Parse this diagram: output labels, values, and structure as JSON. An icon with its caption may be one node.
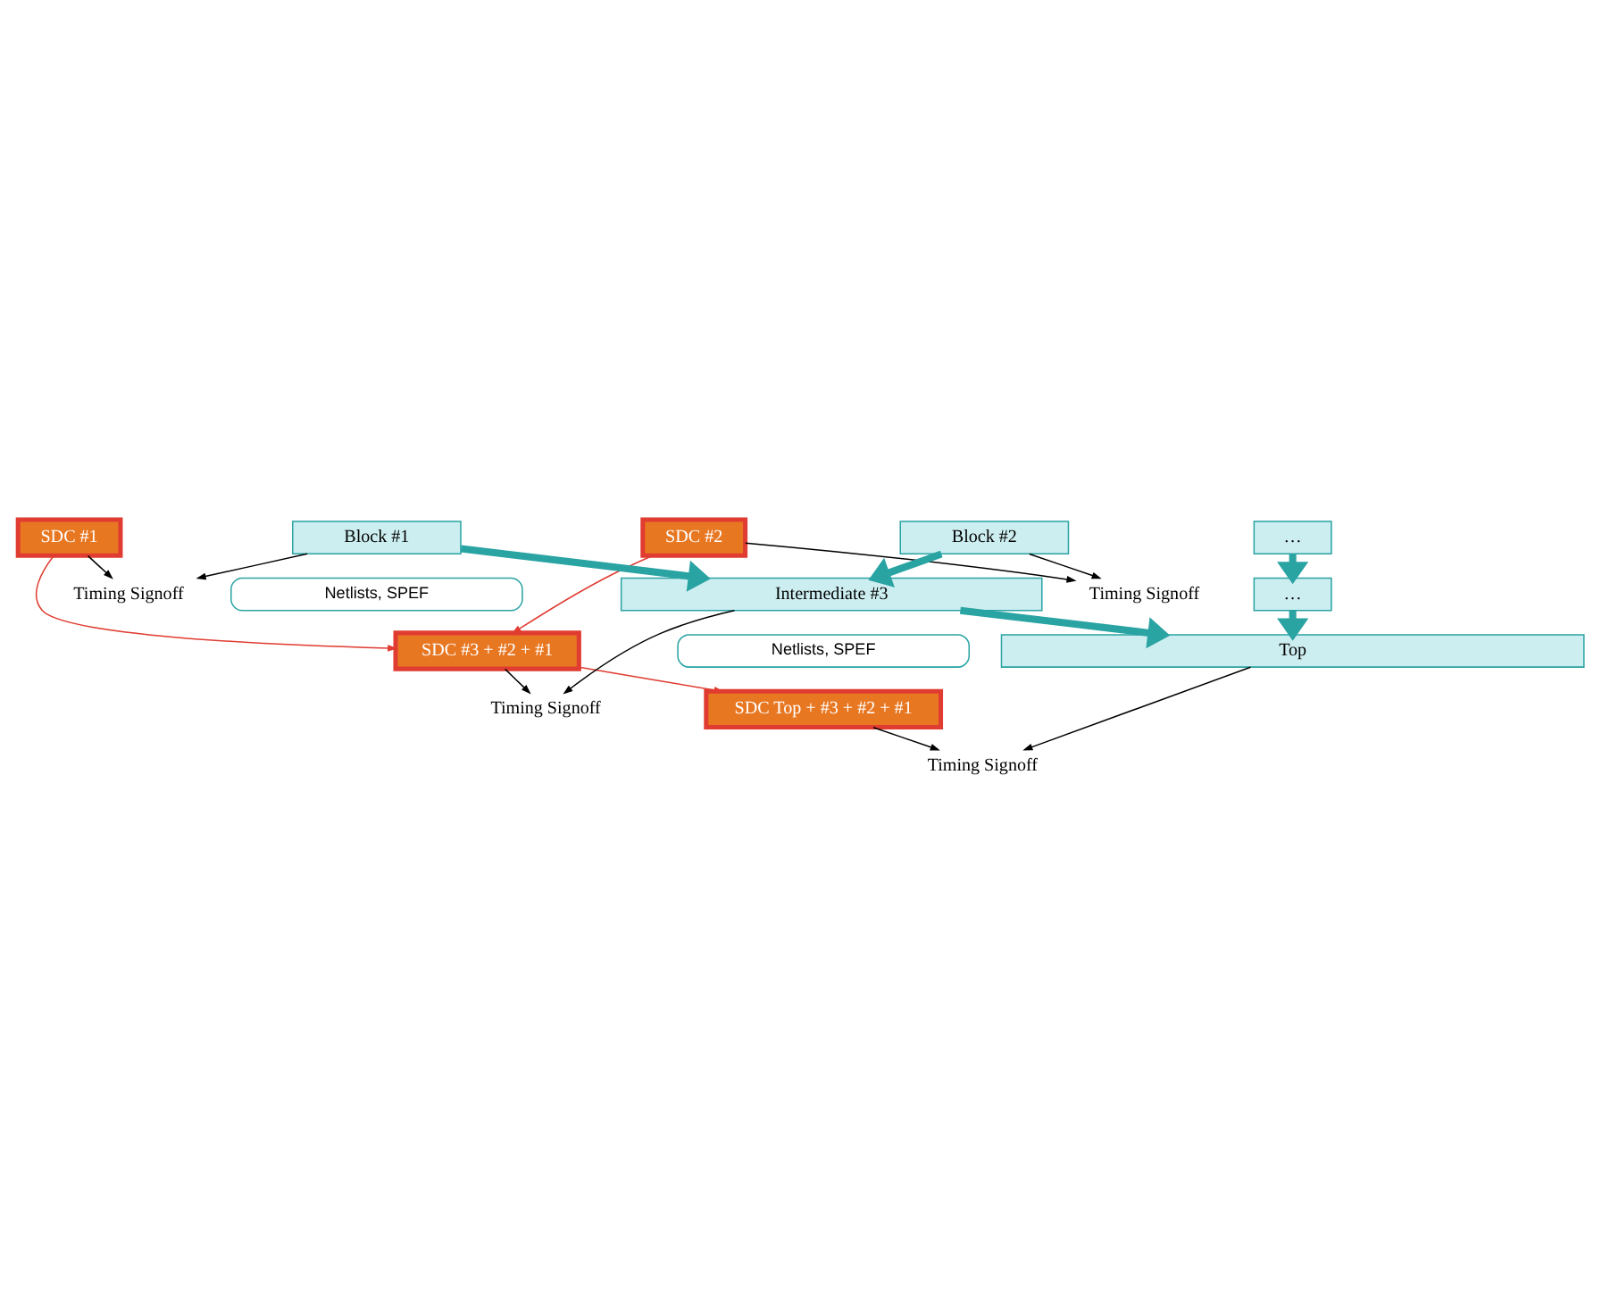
{
  "diagram": {
    "nodes": [
      {
        "text": [
          "SDC #1"
        ]
      },
      {
        "text": [
          "SDC #2"
        ]
      },
      {
        "text": [
          "Timing Signoff"
        ]
      },
      {
        "text": [
          "Timing Signoff"
        ]
      },
      {
        "text": [
          "Block #1"
        ]
      },
      {
        "text": [
          "Block #2"
        ]
      },
      {
        "text": [
          "…"
        ]
      },
      {
        "text": [
          "Netlists, SPEF"
        ]
      },
      {
        "text": [
          "SDC #3 + #2 + #1"
        ]
      },
      {
        "text": [
          "Timing Signoff"
        ]
      },
      {
        "text": [
          "Intermediate #3"
        ]
      },
      {
        "text": [
          "…"
        ]
      },
      {
        "text": [
          "Netlists, SPEF"
        ]
      },
      {
        "text": [
          "SDC Top + #3 + #2 + #1"
        ]
      },
      {
        "text": [
          "Timing Signoff"
        ]
      },
      {
        "text": [
          "Top"
        ]
      }
    ],
    "edges": [
      {
        "from": 0,
        "to": 2,
        "arrow": "to"
      },
      {
        "from": 4,
        "to": 2,
        "arrow": "to"
      },
      {
        "from": 1,
        "to": 3,
        "arrow": "to"
      },
      {
        "from": 5,
        "to": 3,
        "arrow": "to"
      },
      {
        "from": 0,
        "to": 8,
        "arrow": "to",
        "color": "#e03c31"
      },
      {
        "from": 1,
        "to": 8,
        "arrow": "to",
        "color": "#e03c31"
      },
      {
        "from": 4,
        "to": 10,
        "arrow": "to",
        "style": "thick",
        "color": "#2aa3a3"
      },
      {
        "from": 5,
        "to": 10,
        "arrow": "to",
        "style": "thick",
        "color": "#2aa3a3"
      },
      {
        "from": 6,
        "to": 11,
        "arrow": "to",
        "style": "thick",
        "color": "#2aa3a3"
      },
      {
        "from": 8,
        "to": 9,
        "arrow": "to"
      },
      {
        "from": 10,
        "to": 9,
        "arrow": "to"
      },
      {
        "from": 8,
        "to": 13,
        "arrow": "to",
        "color": "#e03c31"
      },
      {
        "from": 10,
        "to": 15,
        "arrow": "to",
        "style": "thick",
        "color": "#2aa3a3"
      },
      {
        "from": 11,
        "to": 15,
        "arrow": "to",
        "style": "thick",
        "color": "#2aa3a3"
      },
      {
        "from": 13,
        "to": 14,
        "arrow": "to"
      },
      {
        "from": 15,
        "to": 14,
        "arrow": "to"
      }
    ]
  }
}
